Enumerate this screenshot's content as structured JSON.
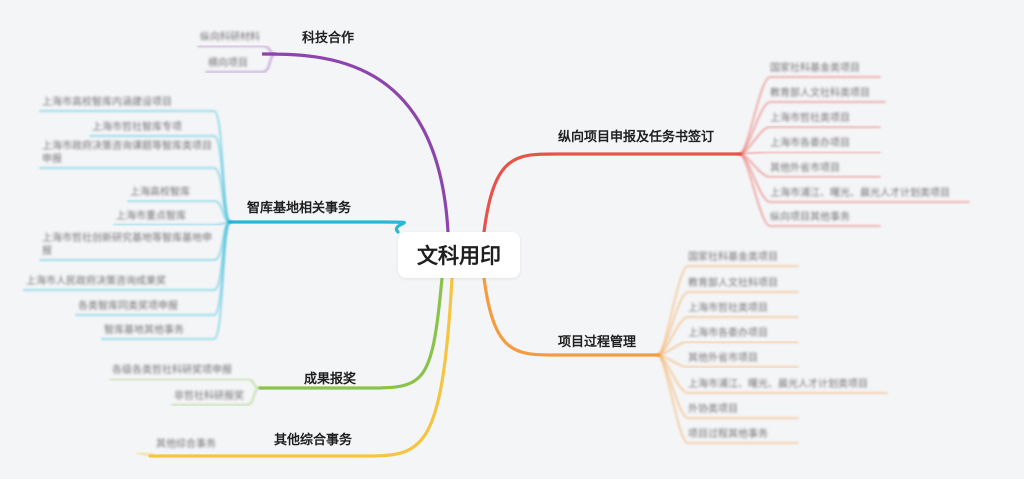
{
  "root": {
    "label": "文科用印"
  },
  "colors": {
    "purple": "#8e44ad",
    "cyan": "#29b6d8",
    "green": "#8bc34a",
    "yellow": "#f5c542",
    "red": "#e5534b",
    "orange": "#f59c42"
  },
  "branches": [
    {
      "label": "科技合作",
      "color": "#8e44ad",
      "leaves": [
        "纵向科研材料",
        "横向项目"
      ]
    },
    {
      "label": "智库基地相关事务",
      "color": "#29b6d8",
      "leaves": [
        "上海市高校智库内涵建设项目",
        "上海市哲社智库专项",
        "上海市政府决策咨询课题等智库类项目申报",
        "上海高校智库",
        "上海市重点智库",
        "上海市哲社创新研究基地等智库基地申报",
        "上海市人民政府决策咨询成果奖",
        "各类智库同类奖项申报",
        "智库基地其他事务"
      ]
    },
    {
      "label": "成果报奖",
      "color": "#8bc34a",
      "leaves": [
        "各级各类哲社科研奖项申报",
        "非哲社科研报奖"
      ]
    },
    {
      "label": "其他综合事务",
      "color": "#f5c542",
      "leaves": [
        "其他综合事务"
      ]
    },
    {
      "label": "纵向项目申报及任务书签订",
      "color": "#e5534b",
      "leaves": [
        "国家社科基金类项目",
        "教育部人文社科类项目",
        "上海市哲社类项目",
        "上海市各委办项目",
        "其他外省市项目",
        "上海市浦江、曙光、晨光人才计划类项目",
        "纵向项目其他事务"
      ]
    },
    {
      "label": "项目过程管理",
      "color": "#f59c42",
      "leaves": [
        "国家社科基金类项目",
        "教育部人文社科项目",
        "上海市哲社类项目",
        "上海市各委办项目",
        "其他外省市项目",
        "上海市浦江、曙光、晨光人才计划类项目",
        "外协类项目",
        "项目过程其他事务"
      ]
    }
  ]
}
